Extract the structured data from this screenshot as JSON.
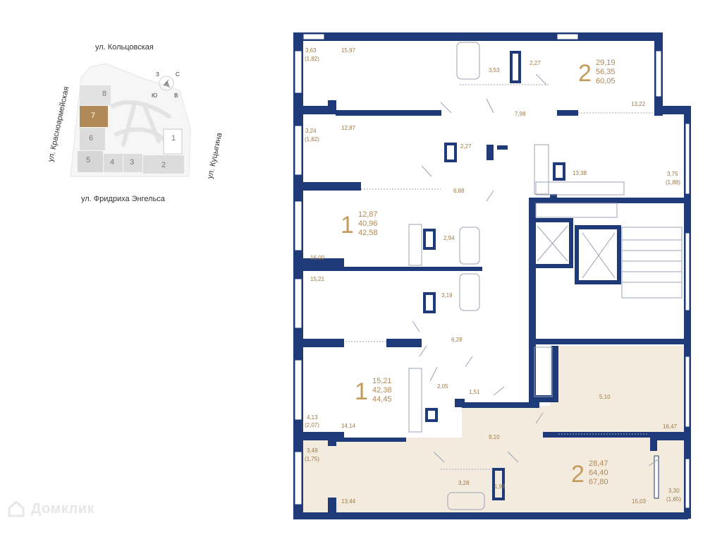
{
  "site_plan": {
    "streets": {
      "north": "ул. Кольцовская",
      "south": "ул. Фридриха Энгельса",
      "west": "ул. Красноармейская",
      "east": "ул. Куцыгина"
    },
    "compass": {
      "n": "С",
      "s": "Ю",
      "e": "В",
      "w": "З"
    },
    "blocks": [
      "8",
      "7",
      "6",
      "5",
      "4",
      "3",
      "2",
      "1"
    ],
    "current_block": "7"
  },
  "plan": {
    "room_areas": {
      "r1": "3,63",
      "r1b": "(1,82)",
      "r2": "15,97",
      "r3": "3,53",
      "r4": "2,27",
      "r5": "13,22",
      "r6": "7,98",
      "r7": "3,24",
      "r7b": "(1,62)",
      "r8": "12,87",
      "r9": "2,27",
      "r10": "6,88",
      "r11": "13,38",
      "r12": "3,75",
      "r12b": "(1,88)",
      "r13": "2,94",
      "r14": "16,00",
      "r15": "15,21",
      "r16": "3,19",
      "r17": "6,28",
      "r18": "2,05",
      "r19": "1,51",
      "r20": "4,13",
      "r20b": "(2,07)",
      "r21": "14,14",
      "r22": "5,10",
      "r23": "16,47",
      "r24": "9,10",
      "r25": "3,49",
      "r25b": "(1,75)",
      "r26": "3,28",
      "r27": "1,98",
      "r28": "13,44",
      "r29": "15,03",
      "r30": "3,30",
      "r30b": "(1,65)"
    },
    "apartments": [
      {
        "rooms": "2",
        "living": "29,19",
        "total": "56,35",
        "full": "60,05"
      },
      {
        "rooms": "1",
        "living": "12,87",
        "total": "40,96",
        "full": "42,58"
      },
      {
        "rooms": "1",
        "living": "15,21",
        "total": "42,38",
        "full": "44,45"
      },
      {
        "rooms": "2",
        "living": "28,47",
        "total": "64,40",
        "full": "67,80"
      }
    ],
    "highlight_color": "#f3ebdd",
    "wall_color": "#1f3a78"
  },
  "watermark": "Домклик"
}
